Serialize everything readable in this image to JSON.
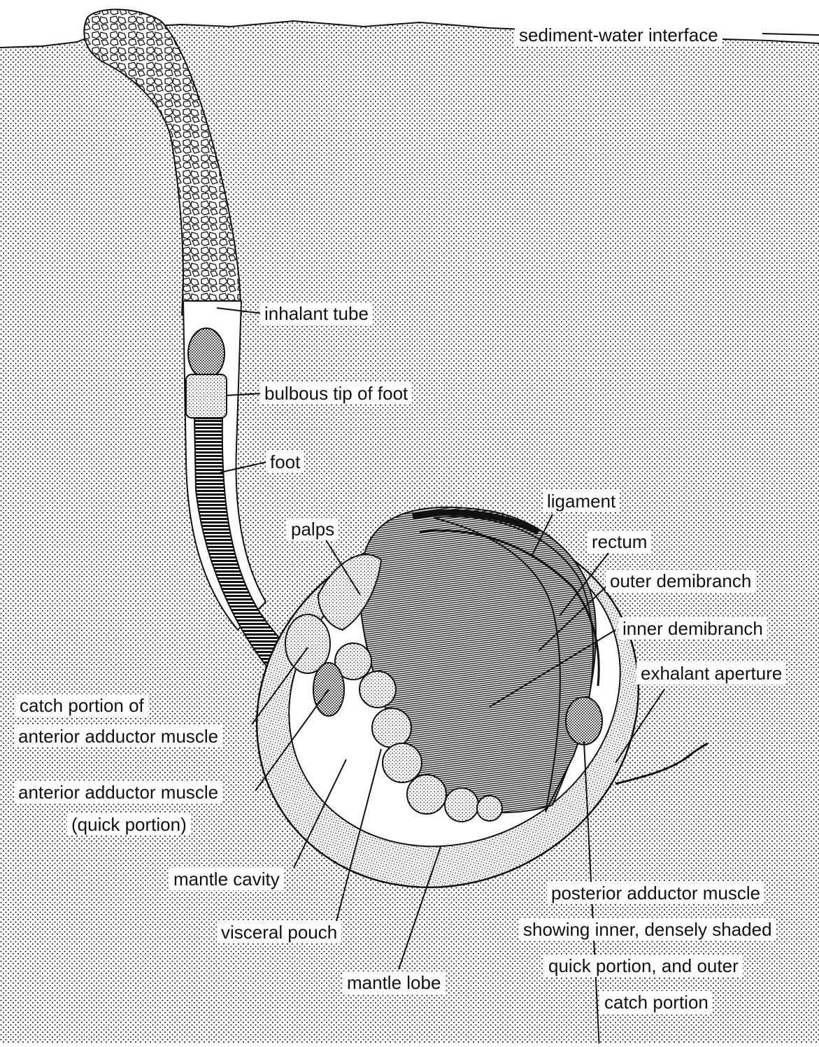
{
  "colors": {
    "sediment_dot": "#1a1a1a",
    "sediment_bg": "#ffffff",
    "ink": "#111111",
    "label_bg": "#ffffff"
  },
  "labels": {
    "sediment_water_interface": "sediment-water interface",
    "inhalant_tube": "inhalant tube",
    "bulbous_tip": "bulbous tip of foot",
    "foot": "foot",
    "palps": "palps",
    "ligament": "ligament",
    "rectum": "rectum",
    "outer_demibranch": "outer demibranch",
    "inner_demibranch": "inner demibranch",
    "exhalant_aperture": "exhalant aperture",
    "catch_anterior_1": "catch portion of",
    "catch_anterior_2": "anterior adductor muscle",
    "quick_anterior_1": "anterior adductor muscle",
    "quick_anterior_2": "(quick portion)",
    "mantle_cavity": "mantle cavity",
    "visceral_pouch": "visceral pouch",
    "mantle_lobe": "mantle lobe",
    "posterior_1": "posterior adductor muscle",
    "posterior_2": "showing inner, densely shaded",
    "posterior_3": "quick portion, and outer",
    "posterior_4": "catch portion"
  }
}
